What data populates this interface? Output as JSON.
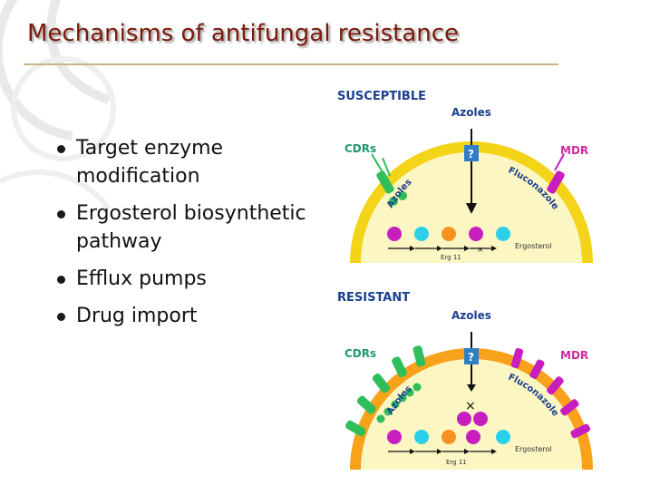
{
  "slide": {
    "title": "Mechanisms of antifungal resistance",
    "bullets": [
      "Target enzyme modification",
      "Ergosterol biosynthetic pathway",
      "Efflux pumps",
      "Drug import"
    ]
  },
  "diagram": {
    "panels": [
      {
        "heading": "SUSCEPTIBLE",
        "azoles_top": "Azoles",
        "cdrs": "CDRs",
        "mdr": "MDR",
        "azoles_arc": "Azoles",
        "fluconazole_arc": "Fluconazole",
        "question": "?",
        "ergosterol": "Ergosterol",
        "erg11": "Erg 11",
        "membrane_color": "#f4d419"
      },
      {
        "heading": "RESISTANT",
        "azoles_top": "Azoles",
        "cdrs": "CDRs",
        "mdr": "MDR",
        "azoles_arc": "Azoles",
        "fluconazole_arc": "Fluconazole",
        "question": "?",
        "ergosterol": "Ergosterol",
        "erg11": "Erg 11",
        "membrane_color": "#f7a21a"
      }
    ],
    "colors": {
      "label_blue": "#1b3f8f",
      "label_magenta": "#d22aa0",
      "label_green": "#1f9a6c",
      "magenta": "#c81ec0",
      "cyan": "#2bd0e8",
      "orange": "#f5921f",
      "green": "#2fbf5a"
    }
  }
}
